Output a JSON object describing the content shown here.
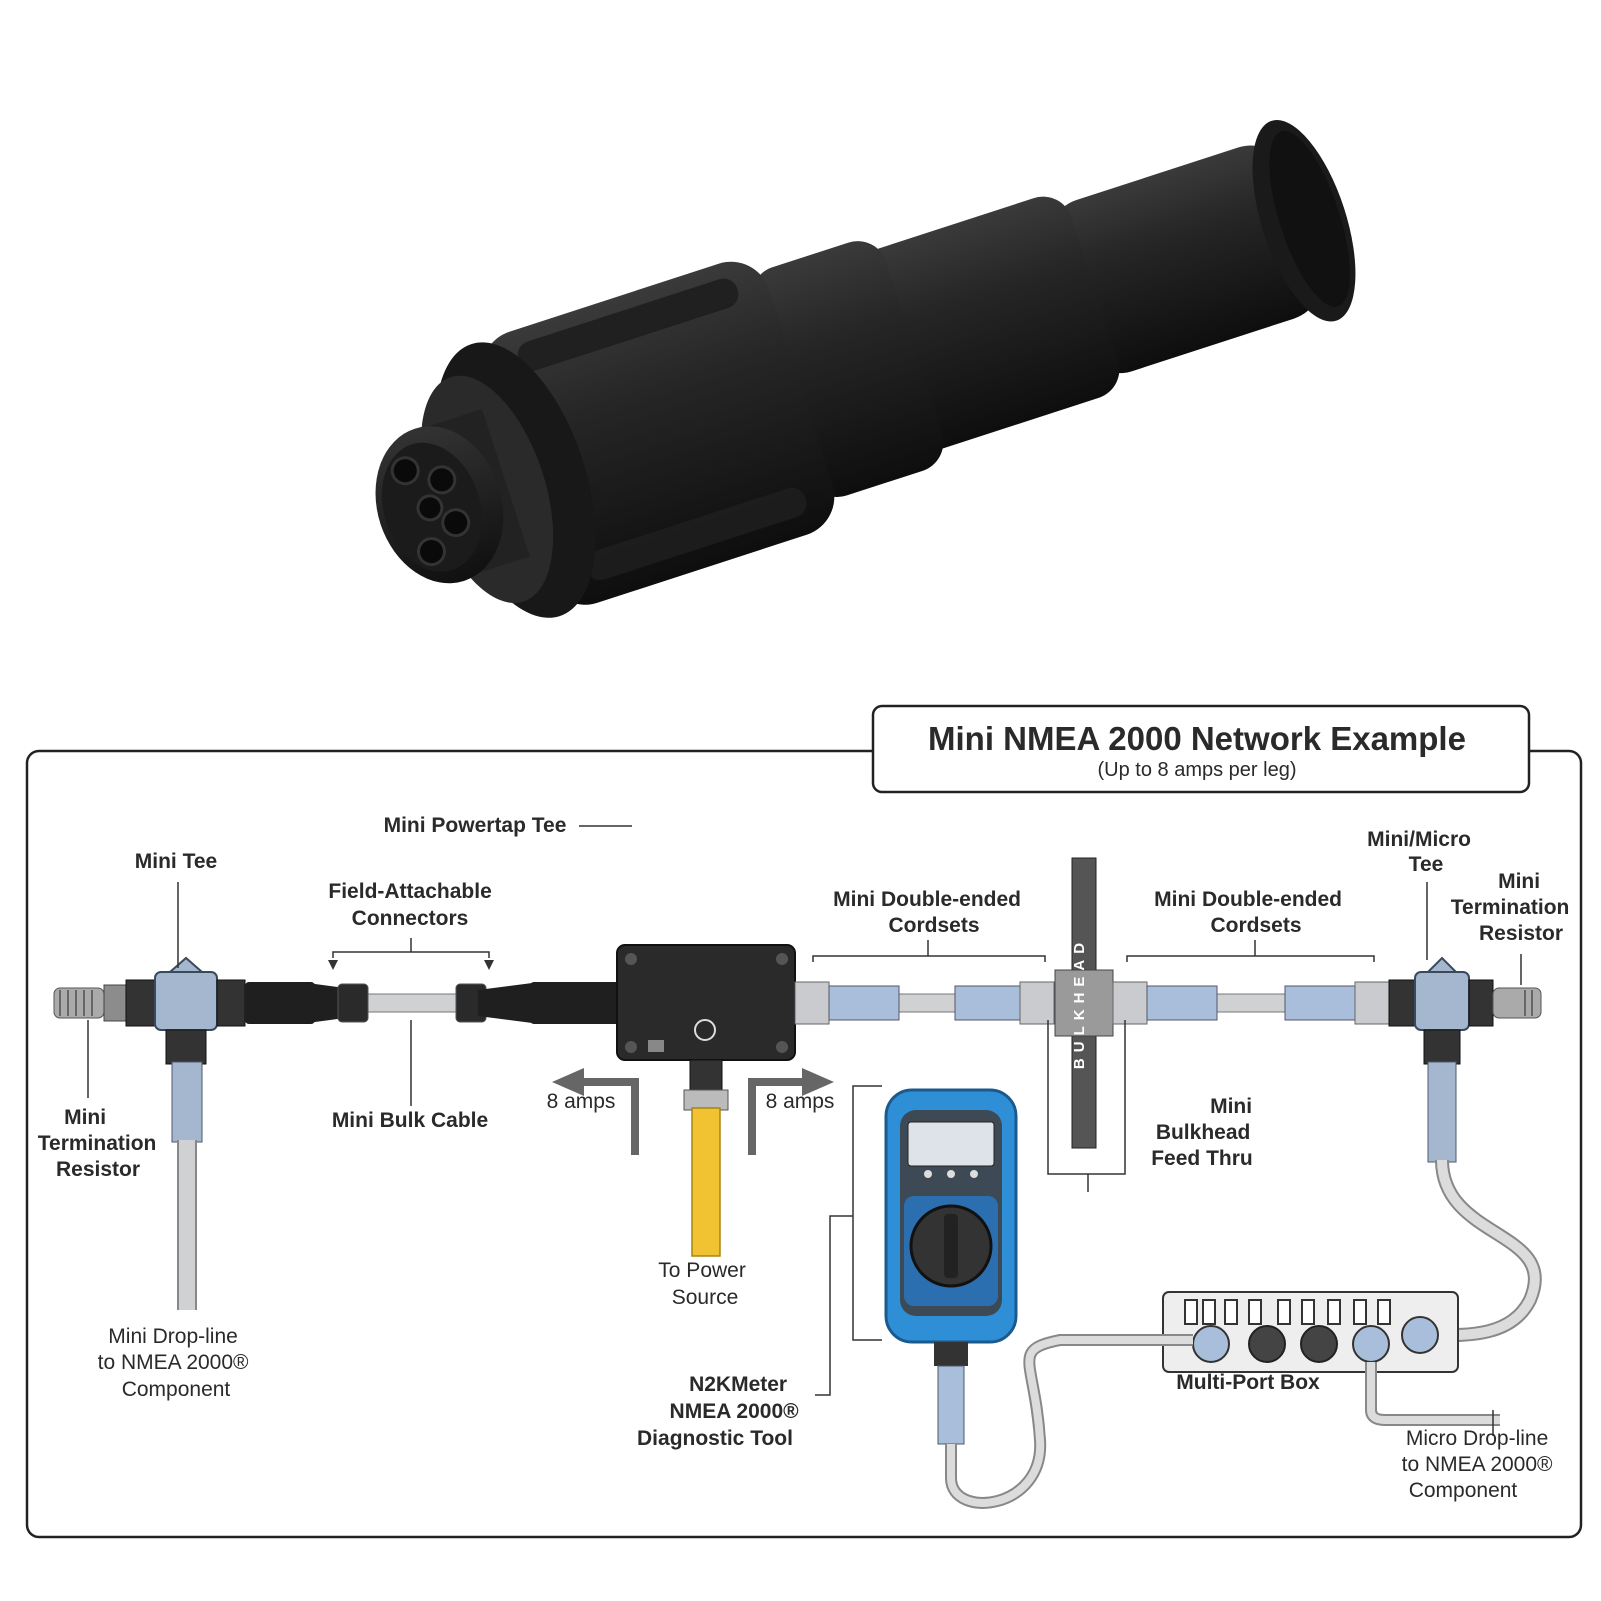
{
  "diagram": {
    "title": "Mini NMEA 2000  Network Example",
    "subtitle": "(Up to 8 amps per leg)",
    "labels": {
      "mini_powertap_tee": "Mini Powertap Tee",
      "mini_tee": "Mini Tee",
      "field_attachable": [
        "Field-Attachable",
        "Connectors"
      ],
      "double_ended_left": [
        "Mini Double-ended",
        "Cordsets"
      ],
      "double_ended_right": [
        "Mini Double-ended",
        "Cordsets"
      ],
      "mini_micro_tee": [
        "Mini/Micro",
        "Tee"
      ],
      "termination_right": [
        "Mini",
        "Termination",
        "Resistor"
      ],
      "termination_left": [
        "Mini",
        "Termination",
        "Resistor"
      ],
      "bulk_cable": "Mini Bulk Cable",
      "amps_left": "8 amps",
      "amps_right": "8 amps",
      "bulkhead_feed": [
        "Mini",
        "Bulkhead",
        "Feed Thru"
      ],
      "bulkhead_plate": "BULKHEAD",
      "power_source": [
        "To Power",
        "Source"
      ],
      "drop_line_mini": [
        "Mini Drop-line",
        "to NMEA 2000®",
        "Component"
      ],
      "n2kmeter": [
        "N2KMeter",
        "NMEA 2000®",
        "Diagnostic Tool"
      ],
      "multi_port_box": "Multi-Port Box",
      "drop_line_micro": [
        "Micro Drop-line",
        "to NMEA 2000®",
        "Component"
      ]
    },
    "colors": {
      "connector_black": "#1b1b1b",
      "cable_grey": "#c9cbce",
      "connector_blue": "#a9bedb",
      "power_yellow": "#f1c232",
      "meter_blue": "#2f8fd6",
      "frame": "#222222"
    }
  }
}
